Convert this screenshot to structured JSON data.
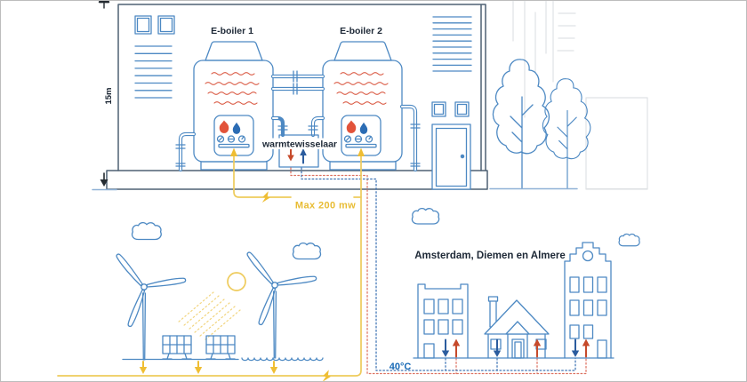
{
  "scene_labels": {
    "boiler1": "E-boiler 1",
    "boiler2": "E-boiler 2",
    "heat_exchanger": "warmtewisselaar",
    "max_power": "Max 200 mw",
    "cities": "Amsterdam, Diemen en Almere",
    "supply_temperature": "40°C",
    "building_height": "15m"
  },
  "icons": {
    "flame": "flame-icon",
    "water_drop": "water-drop-icon",
    "lightning_bolt": "lightning-bolt-icon",
    "sun": "sun-icon",
    "cloud": "cloud-icon",
    "gauges": "gauge-dials-icons",
    "up_arrow_warm": "warm-water-up-arrow",
    "down_arrow_cold": "cold-water-down-arrow"
  },
  "colors": {
    "line_blue": "#4d89c3",
    "building_line": "#4e6173",
    "red": "#d9553e",
    "red_arrow": "#c64a2b",
    "blue_arrow": "#2b5c9e",
    "yellow_line": "#eecb5c",
    "yellow_strong": "#efbe33",
    "yellow_text": "#e8bc33",
    "dot_red": "#dd7261",
    "dot_blue": "#3f74b4",
    "text_dark": "#1d2836",
    "temp_blue": "#1668b5",
    "faint_gray": "#dfe2e5",
    "hatch_blue": "#c3daf0",
    "border_gray": "#bdbdbd"
  }
}
